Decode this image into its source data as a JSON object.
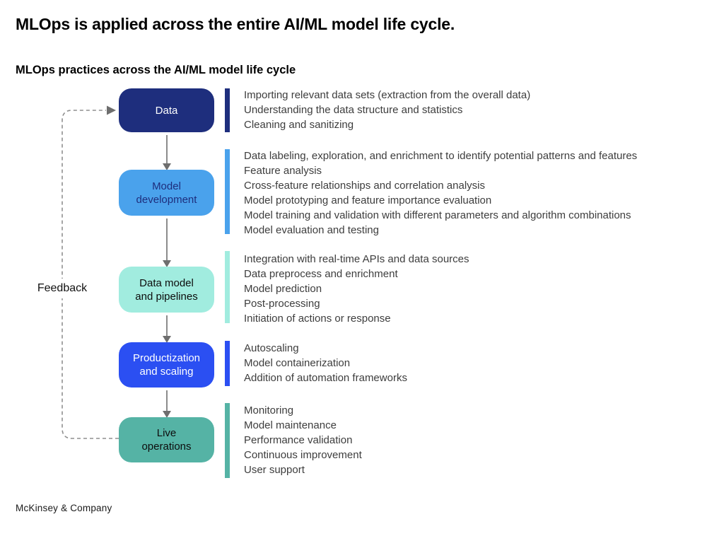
{
  "header": {
    "title": "MLOps is applied across the entire AI/ML model life cycle.",
    "subtitle": "MLOps practices across the AI/ML model life cycle"
  },
  "feedback": {
    "label": "Feedback"
  },
  "footer": {
    "brand": "McKinsey & Company"
  },
  "colors": {
    "stage_navy": "#1e2e7d",
    "stage_blue": "#4aa2ec",
    "stage_aqua": "#a1ecdf",
    "stage_royal": "#2b4ff2",
    "stage_teal": "#55b3a5",
    "connector_gray": "#6e6e6e",
    "feedback_line_gray": "#8f8f8f",
    "body_text_gray": "#3d3d3d"
  },
  "stages": [
    {
      "label": "Data",
      "label_lines": [
        "Data"
      ],
      "fill": "#1e2e7d",
      "text_color": "#ffffff",
      "items": [
        "Importing relevant data sets (extraction from the overall data)",
        "Understanding the data structure and statistics",
        "Cleaning and sanitizing"
      ]
    },
    {
      "label": "Model development",
      "label_lines": [
        "Model",
        "development"
      ],
      "fill": "#4aa2ec",
      "text_color": "#1e2e7d",
      "items": [
        "Data labeling, exploration, and enrichment to identify potential patterns and features",
        "Feature analysis",
        "Cross-feature relationships and correlation analysis",
        "Model prototyping and feature importance evaluation",
        "Model training and validation with different parameters and algorithm combinations",
        "Model evaluation and testing"
      ]
    },
    {
      "label": "Data model and pipelines",
      "label_lines": [
        "Data model",
        "and pipelines"
      ],
      "fill": "#a1ecdf",
      "text_color": "#0d0d0d",
      "items": [
        "Integration with real-time APIs and data sources",
        "Data preprocess and enrichment",
        "Model prediction",
        "Post-processing",
        "Initiation of actions or response"
      ]
    },
    {
      "label": "Productization and scaling",
      "label_lines": [
        "Productization",
        "and scaling"
      ],
      "fill": "#2b4ff2",
      "text_color": "#ffffff",
      "items": [
        "Autoscaling",
        "Model containerization",
        "Addition of automation frameworks"
      ]
    },
    {
      "label": "Live operations",
      "label_lines": [
        "Live",
        "operations"
      ],
      "fill": "#55b3a5",
      "text_color": "#0d0d0d",
      "items": [
        "Monitoring",
        "Model maintenance",
        "Performance validation",
        "Continuous improvement",
        "User support"
      ]
    }
  ]
}
